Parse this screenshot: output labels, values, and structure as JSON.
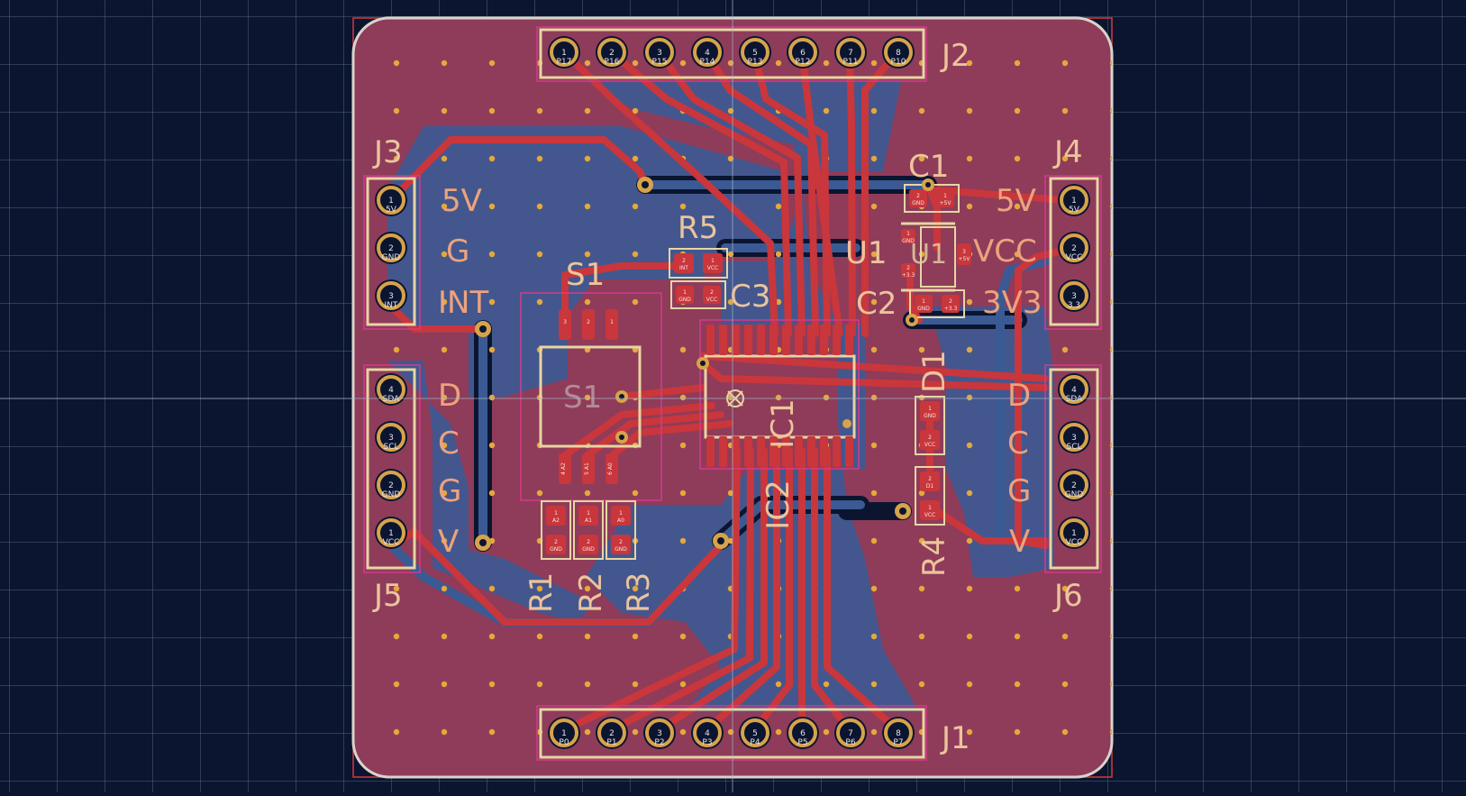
{
  "colors": {
    "background": "#0b1530",
    "grid": "#56647d",
    "board_fill": "#8e3c5a",
    "back_copper": "#3b5a94",
    "front_copper": "#c9363b",
    "silkscreen": "#e7d5a3",
    "courtyard": "#d43a8b",
    "edge_cuts": "#d8d4cc",
    "pad_ring": "#d7a34a",
    "via_dot": "#e6a83b"
  },
  "cursor": {
    "icon": "crosshair-icon"
  },
  "connectors": {
    "j2": {
      "ref": "J2",
      "pins": [
        "1",
        "2",
        "3",
        "4",
        "5",
        "6",
        "7",
        "8"
      ],
      "nets": [
        "P17",
        "P16",
        "P15",
        "P14",
        "P13",
        "P12",
        "P11",
        "P10"
      ]
    },
    "j1": {
      "ref": "J1",
      "pins": [
        "1",
        "2",
        "3",
        "4",
        "5",
        "6",
        "7",
        "8"
      ],
      "nets": [
        "P0",
        "P1",
        "P2",
        "P3",
        "P4",
        "P5",
        "P6",
        "P7"
      ]
    },
    "j3": {
      "ref": "J3",
      "pins": [
        "1",
        "2",
        "3"
      ],
      "nets": [
        "5V",
        "GND",
        "INT"
      ],
      "labels": [
        "5V",
        "G",
        "INT"
      ]
    },
    "j4": {
      "ref": "J4",
      "pins": [
        "1",
        "2",
        "3"
      ],
      "nets": [
        "5V",
        "VCC",
        "3.3"
      ],
      "labels": [
        "5V",
        "VCC",
        "3V3"
      ]
    },
    "j5": {
      "ref": "J5",
      "pins": [
        "4",
        "3",
        "2",
        "1"
      ],
      "nets": [
        "SDA",
        "SCL",
        "GND",
        "VCC"
      ],
      "labels": [
        "D",
        "C",
        "G",
        "V"
      ]
    },
    "j6": {
      "ref": "J6",
      "pins": [
        "4",
        "3",
        "2",
        "1"
      ],
      "nets": [
        "SDA",
        "SCL",
        "GND",
        "VCC"
      ],
      "labels": [
        "D",
        "C",
        "G",
        "V"
      ]
    }
  },
  "components": {
    "s1": {
      "ref": "S1",
      "top_pads": [
        "3",
        "2",
        "1"
      ],
      "bottom_pads": [
        "4",
        "5",
        "6"
      ],
      "bottom_nets": [
        "A2",
        "A1",
        "A0"
      ]
    },
    "r1": {
      "ref": "R1",
      "pads": [
        "1",
        "2"
      ],
      "nets": [
        "A2",
        "GND"
      ]
    },
    "r2": {
      "ref": "R2",
      "pads": [
        "1",
        "2"
      ],
      "nets": [
        "A1",
        "GND"
      ]
    },
    "r3": {
      "ref": "R3",
      "pads": [
        "1",
        "2"
      ],
      "nets": [
        "A0",
        "GND"
      ]
    },
    "r5": {
      "ref": "R5",
      "pads": [
        "2",
        "1"
      ],
      "nets": [
        "INT",
        "VCC"
      ]
    },
    "c3": {
      "ref": "C3",
      "pads": [
        "1",
        "2"
      ],
      "nets": [
        "GND",
        "VCC"
      ]
    },
    "c1": {
      "ref": "C1",
      "pads": [
        "2",
        "1"
      ],
      "nets": [
        "GND",
        "+5V"
      ]
    },
    "c2": {
      "ref": "C2",
      "pads": [
        "1",
        "2"
      ],
      "nets": [
        "GND",
        "+3.3"
      ]
    },
    "u1": {
      "ref": "U1",
      "pads": [
        "1",
        "2",
        "3"
      ],
      "nets": [
        "GND",
        "+3.3",
        "+5V"
      ]
    },
    "d1": {
      "ref": "D1",
      "pads": [
        "1",
        "2"
      ],
      "nets": [
        "GND",
        "VCC"
      ]
    },
    "r4": {
      "ref": "R4",
      "pads": [
        "2",
        "1"
      ],
      "nets": [
        "D1",
        "VCC"
      ]
    },
    "ic1": {
      "ref": "IC1"
    },
    "ic2": {
      "ref": "IC2"
    }
  }
}
